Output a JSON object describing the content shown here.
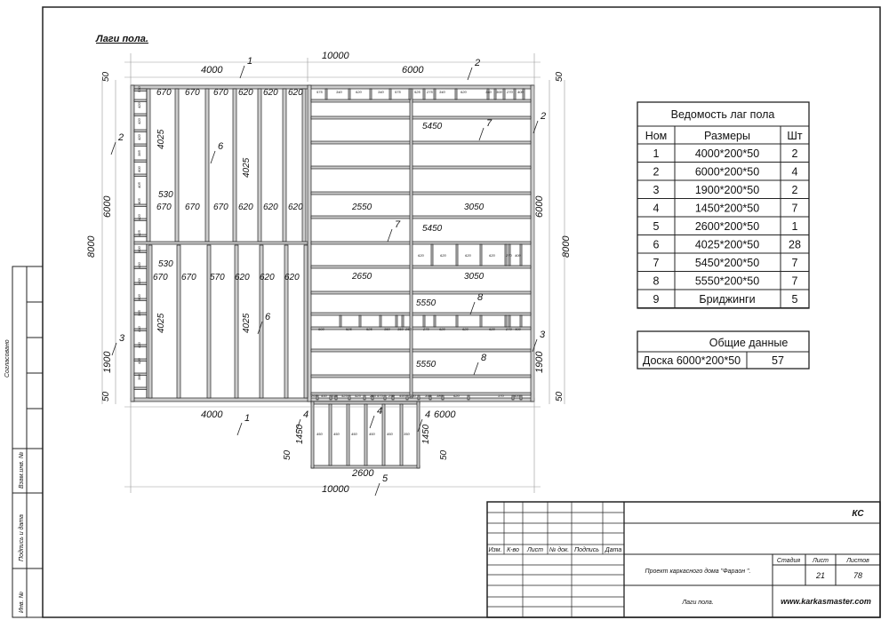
{
  "drawing_title": "Лаги пола.",
  "plan": {
    "overall_width": "10000",
    "overall_height": "8000",
    "left_width_top": "4000",
    "right_width_top": "6000",
    "left_width_bottom": "4000",
    "right_width_bottom": "6000",
    "offset": "50",
    "left_height_top": "6000",
    "left_height_bottom": "1900",
    "right_height_top": "6000",
    "right_height_bottom": "1900",
    "porch_width": "2600",
    "porch_depth": "1450",
    "left_spacings_top": [
      "670",
      "670",
      "670",
      "620",
      "620",
      "620"
    ],
    "left_spacings_mid": [
      "530",
      "670",
      "670",
      "670",
      "620",
      "620",
      "620"
    ],
    "left_spacings_lower": [
      "530",
      "670",
      "670",
      "570",
      "620",
      "620",
      "620"
    ],
    "joist_len": "4025",
    "right_lengths": [
      "5450",
      "2550",
      "3050",
      "5450",
      "2650",
      "3050",
      "5550",
      "5550"
    ],
    "top_block_spacings": [
      "575",
      "340",
      "620",
      "340",
      "575",
      "525",
      "275",
      "340",
      "620",
      "340",
      "300",
      "270",
      "400"
    ],
    "mid_block_spacings": [
      "620",
      "620",
      "620",
      "620",
      "270",
      "400"
    ],
    "row_block_spacings": [
      "900",
      "525",
      "525",
      "350",
      "350",
      "250",
      "270",
      "620",
      "620",
      "620",
      "270",
      "400"
    ],
    "bottom_block_spacings": [
      "265",
      "450",
      "225",
      "525",
      "525",
      "265",
      "475",
      "250",
      "450",
      "350",
      "350",
      "380",
      "620",
      "170",
      "400"
    ],
    "porch_spacings": [
      "450",
      "450",
      "450",
      "450",
      "450",
      "350"
    ],
    "left_col_spacings": [
      "530",
      "420",
      "420",
      "420",
      "385",
      "600",
      "405",
      "405",
      "420",
      "425",
      "600",
      "430",
      "430",
      "600",
      "385",
      "410",
      "420",
      "420",
      "380"
    ],
    "callouts": [
      "1",
      "2",
      "2",
      "2",
      "3",
      "3",
      "4",
      "4",
      "4",
      "5",
      "6",
      "6",
      "7",
      "7",
      "8",
      "8",
      "1"
    ]
  },
  "schedule": {
    "title": "Ведомость лаг пола",
    "headers": [
      "Ном",
      "Размеры",
      "Шт"
    ],
    "rows": [
      [
        "1",
        "4000*200*50",
        "2"
      ],
      [
        "2",
        "6000*200*50",
        "4"
      ],
      [
        "3",
        "1900*200*50",
        "2"
      ],
      [
        "4",
        "1450*200*50",
        "7"
      ],
      [
        "5",
        "2600*200*50",
        "1"
      ],
      [
        "6",
        "4025*200*50",
        "28"
      ],
      [
        "7",
        "5450*200*50",
        "7"
      ],
      [
        "8",
        "5550*200*50",
        "7"
      ],
      [
        "9",
        "Бриджинги",
        "5"
      ]
    ]
  },
  "summary": {
    "title": "Общие данные",
    "item": "Доска 6000*200*50",
    "qty": "57"
  },
  "title_block": {
    "code": "КС",
    "col_headers": [
      "Изм.",
      "К-во",
      "Лист",
      "№ док.",
      "Подпись",
      "Дата"
    ],
    "project": "Проект каркасного дома  \"Фараон \".",
    "stage_label": "Стадия",
    "sheet_label": "Лист",
    "sheets_label": "Листов",
    "sheet": "21",
    "sheets": "78",
    "sheet_name": "Лаги пола.",
    "site": "www.karkasmaster.com"
  },
  "side_stamp": [
    "Согласовано",
    "Взам.инв. №",
    "Подпись и дата",
    "Инв. №"
  ]
}
